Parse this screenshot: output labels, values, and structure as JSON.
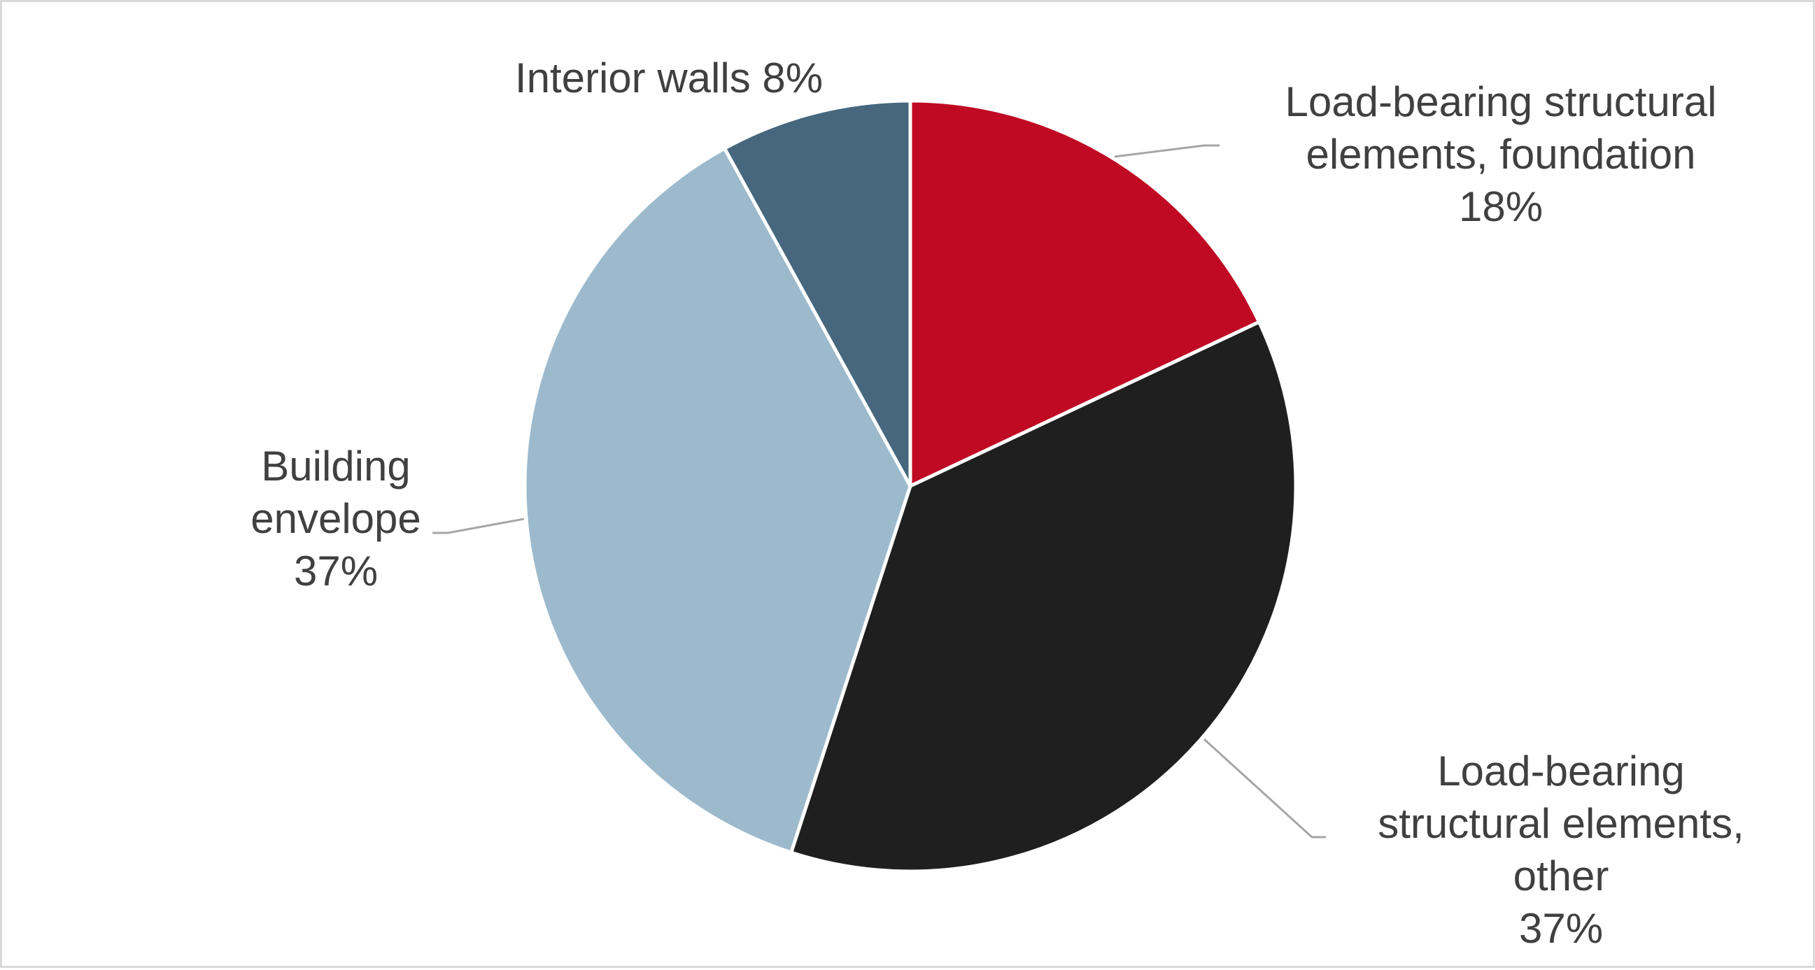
{
  "chart_data": {
    "type": "pie",
    "title": "",
    "start_angle_deg": 0,
    "direction": "clockwise",
    "slices": [
      {
        "label": "Load-bearing structural elements, foundation",
        "value": 18,
        "display": "18%",
        "color": "#c00a23",
        "label_lines": [
          "Load-bearing structural",
          "elements, foundation",
          "18%"
        ]
      },
      {
        "label": "Load-bearing structural elements, other",
        "value": 37,
        "display": "37%",
        "color": "#1f1f1f",
        "label_lines": [
          "Load-bearing",
          "structural elements,",
          "other",
          "37%"
        ]
      },
      {
        "label": "Building envelope",
        "value": 37,
        "display": "37%",
        "color": "#9dbacd",
        "label_lines": [
          "Building",
          "envelope",
          "37%"
        ]
      },
      {
        "label": "Interior walls",
        "value": 8,
        "display": "8%",
        "color": "#46677e",
        "label_lines": [
          "Interior walls 8%"
        ]
      }
    ],
    "legend": null,
    "data_labels": "category name and percentage, outside with leader lines"
  },
  "style": {
    "text_color": "#404040",
    "leader_color": "#a6a6a6",
    "separator_color": "#ffffff",
    "border_color": "#d9d9d9"
  }
}
